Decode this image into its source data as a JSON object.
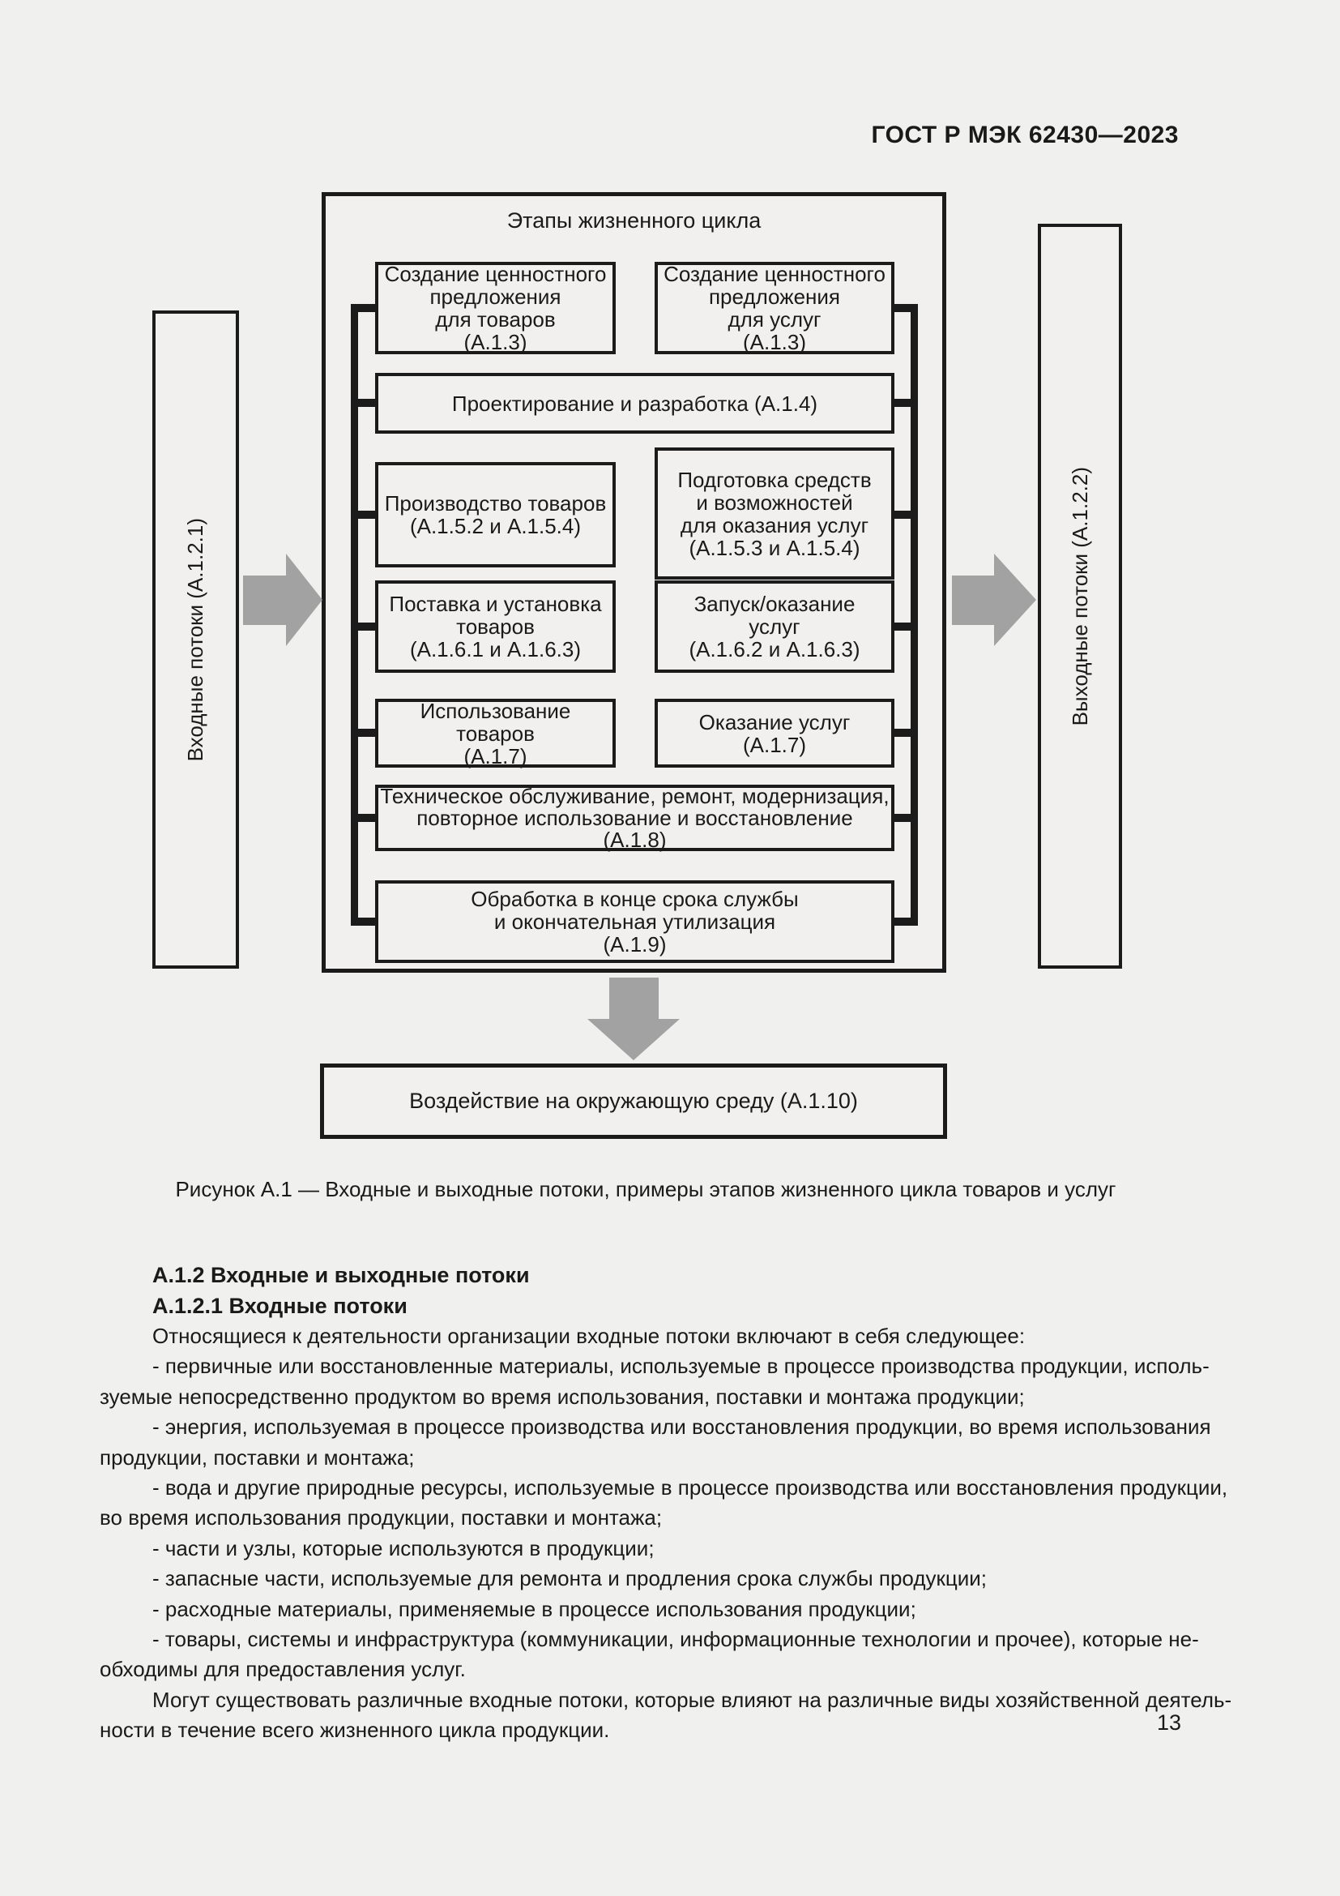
{
  "page": {
    "header": "ГОСТ Р МЭК 62430—2023",
    "page_number": "13"
  },
  "colors": {
    "background": "#f0f0ee",
    "box_border": "#1b1b1b",
    "arrow_gray": "#a2a2a2"
  },
  "figure": {
    "title": "Этапы жизненного цикла",
    "input_flow_label": "Входные потоки (А.1.2.1)",
    "output_flow_label": "Выходные потоки (А.1.2.2)",
    "stages": [
      {
        "label": "Создание ценностного\nпредложения\nдля товаров\n(А.1.3)"
      },
      {
        "label": "Создание ценностного\nпредложения\nдля услуг\n(А.1.3)"
      },
      {
        "label": "Проектирование и разработка (А.1.4)"
      },
      {
        "label": "Производство товаров\n(А.1.5.2 и А.1.5.4)"
      },
      {
        "label": "Подготовка средств\nи возможностей\nдля оказания услуг\n(А.1.5.3 и А.1.5.4)"
      },
      {
        "label": "Поставка и установка\nтоваров\n(А.1.6.1 и А.1.6.3)"
      },
      {
        "label": "Запуск/оказание\nуслуг\n(А.1.6.2 и А.1.6.3)"
      },
      {
        "label": "Использование товаров\n(А.1.7)"
      },
      {
        "label": "Оказание услуг\n(А.1.7)"
      },
      {
        "label": "Техническое обслуживание, ремонт, модернизация,\nповторное использование и восстановление\n(А.1.8)"
      },
      {
        "label": "Обработка в конце срока службы\nи окончательная утилизация\n(А.1.9)"
      }
    ],
    "environment_box": "Воздействие на окружающую среду (А.1.10)",
    "caption": "Рисунок А.1 — Входные и выходные потоки, примеры этапов жизненного цикла товаров и услуг"
  },
  "section": {
    "heading1": "А.1.2 Входные и выходные потоки",
    "heading2": "А.1.2.1 Входные потоки",
    "lines": [
      {
        "text": "Относящиеся к деятельности организации входные потоки включают в себя следующее:"
      },
      {
        "text": "- первичные или восстановленные материалы, используемые в процессе производства продукции, исполь-"
      },
      {
        "text": "зуемые непосредственно продуктом во время использования, поставки и монтажа продукции;"
      },
      {
        "text": "- энергия, используемая в процессе производства или восстановления продукции, во время использования"
      },
      {
        "text": "продукции, поставки и монтажа;"
      },
      {
        "text": "- вода и другие природные ресурсы, используемые в процессе производства или восстановления продукции,"
      },
      {
        "text": "во время использования продукции, поставки и монтажа;"
      },
      {
        "text": "- части и узлы, которые используются в продукции;"
      },
      {
        "text": "- запасные части, используемые для ремонта и продления срока службы продукции;"
      },
      {
        "text": "- расходные материалы, применяемые в процессе использования продукции;"
      },
      {
        "text": "- товары, системы и инфраструктура (коммуникации, информационные технологии и прочее), которые не-"
      },
      {
        "text": "обходимы для предоставления услуг."
      },
      {
        "text": "Могут существовать различные входные потоки, которые влияют на различные виды хозяйственной деятель-"
      },
      {
        "text": "ности в течение всего жизненного цикла продукции."
      }
    ]
  }
}
